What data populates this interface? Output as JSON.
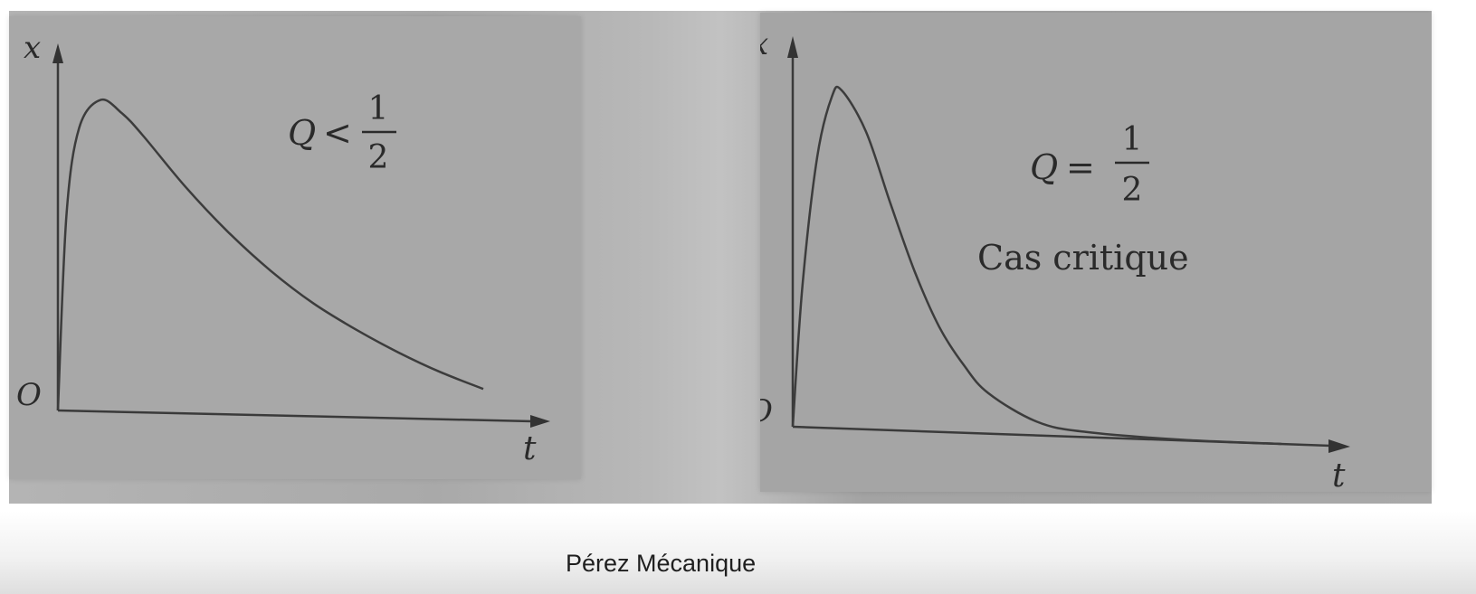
{
  "caption": "Pérez Mécanique",
  "colors": {
    "curve": "#3c3c3c",
    "axis": "#3a3a3a",
    "panel": "#a7a7a7",
    "text": "#2a2a2a"
  },
  "chart_data": [
    {
      "type": "line",
      "x_axis_label": "t",
      "y_axis_label": "x",
      "origin_label": "O",
      "annotation": {
        "lhs": "Q",
        "op": "<",
        "num": "1",
        "den": "2"
      },
      "ticks": "none",
      "grid": false,
      "series": [
        {
          "x": [
            0,
            0.02,
            0.05,
            0.1,
            0.15,
            0.2,
            0.3,
            0.4,
            0.5,
            0.6,
            0.7,
            0.8,
            0.9,
            1.0
          ],
          "y": [
            0,
            0.62,
            0.9,
            0.99,
            0.95,
            0.88,
            0.72,
            0.58,
            0.46,
            0.36,
            0.28,
            0.21,
            0.15,
            0.1
          ]
        }
      ]
    },
    {
      "type": "line",
      "x_axis_label": "t",
      "y_axis_label": "x",
      "origin_label": "O",
      "annotation": {
        "lhs": "Q",
        "op": "=",
        "num": "1",
        "den": "2",
        "subtitle": "Cas critique"
      },
      "ticks": "none",
      "grid": false,
      "series": [
        {
          "x": [
            0,
            0.02,
            0.05,
            0.08,
            0.1,
            0.15,
            0.2,
            0.25,
            0.3,
            0.35,
            0.4,
            0.5,
            0.6,
            0.8,
            1.0
          ],
          "y": [
            0,
            0.42,
            0.8,
            0.98,
            1.0,
            0.88,
            0.67,
            0.47,
            0.31,
            0.2,
            0.12,
            0.04,
            0.015,
            0.002,
            0.0
          ]
        }
      ]
    }
  ]
}
